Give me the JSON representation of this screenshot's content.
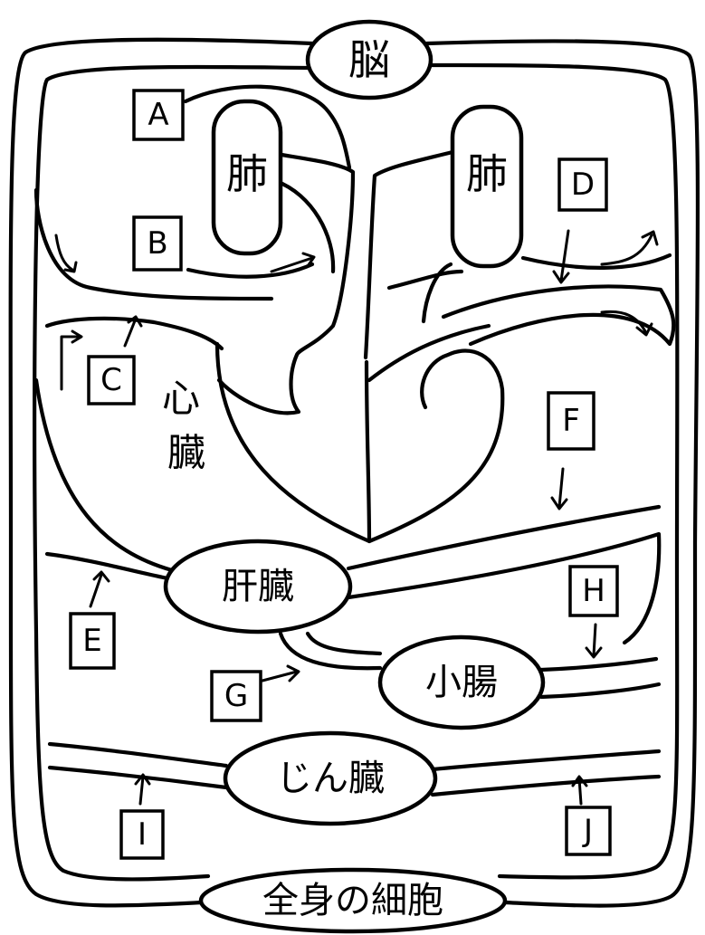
{
  "diagram": {
    "organs": {
      "brain": "脳",
      "lung_left": "肺",
      "lung_right": "肺",
      "heart_line1": "心",
      "heart_line2": "臓",
      "liver": "肝臓",
      "small_intestine": "小腸",
      "kidney": "じん臓",
      "body_cells": "全身の細胞"
    },
    "vessel_labels": {
      "A": "A",
      "B": "B",
      "C": "C",
      "D": "D",
      "E": "E",
      "F": "F",
      "G": "G",
      "H": "H",
      "I": "I",
      "J": "J"
    }
  }
}
